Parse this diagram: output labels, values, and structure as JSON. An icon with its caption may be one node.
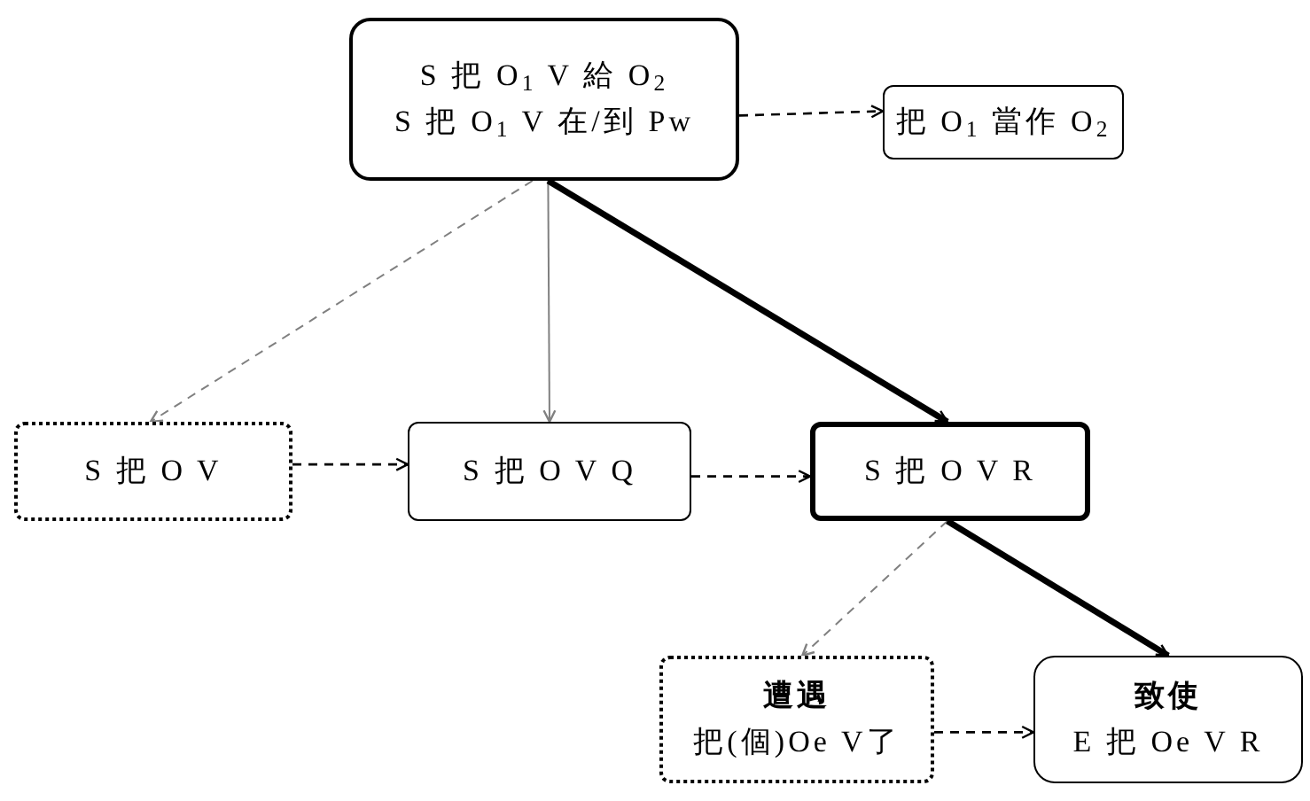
{
  "diagram": {
    "nodes": [
      {
        "text": [
          "S 把 O$_{1}$ V 給 O$_{2}$",
          "S 把 O$_{1}$ V 在/到 Pw"
        ]
      },
      {
        "text": [
          "把 O$_{1}$ 當作 O$_{2}$"
        ]
      },
      {
        "text": [
          "S 把 O V"
        ]
      },
      {
        "text": [
          "S 把 O V Q"
        ]
      },
      {
        "text": [
          "S 把 O V R"
        ]
      },
      {
        "text": [
          "遭遇",
          "把(個)Oe V了"
        ]
      },
      {
        "text": [
          "致使",
          "E 把 Oe V R"
        ]
      }
    ],
    "edges": [
      {
        "from": 0,
        "to": 1,
        "arrow": "to",
        "style": "dashed"
      },
      {
        "from": 0,
        "to": 2,
        "arrow": "to",
        "style": "dashed",
        "color": "#808080"
      },
      {
        "from": 0,
        "to": 3,
        "arrow": "to",
        "color": "#808080"
      },
      {
        "from": 0,
        "to": 4,
        "arrow": "to",
        "style": "thick"
      },
      {
        "from": 2,
        "to": 3,
        "arrow": "to",
        "style": "dashed"
      },
      {
        "from": 3,
        "to": 4,
        "arrow": "to",
        "style": "dashed"
      },
      {
        "from": 4,
        "to": 5,
        "arrow": "to",
        "style": "dashed",
        "color": "#808080"
      },
      {
        "from": 4,
        "to": 6,
        "arrow": "to",
        "style": "thick"
      },
      {
        "from": 5,
        "to": 6,
        "arrow": "to",
        "style": "dashed"
      }
    ]
  }
}
